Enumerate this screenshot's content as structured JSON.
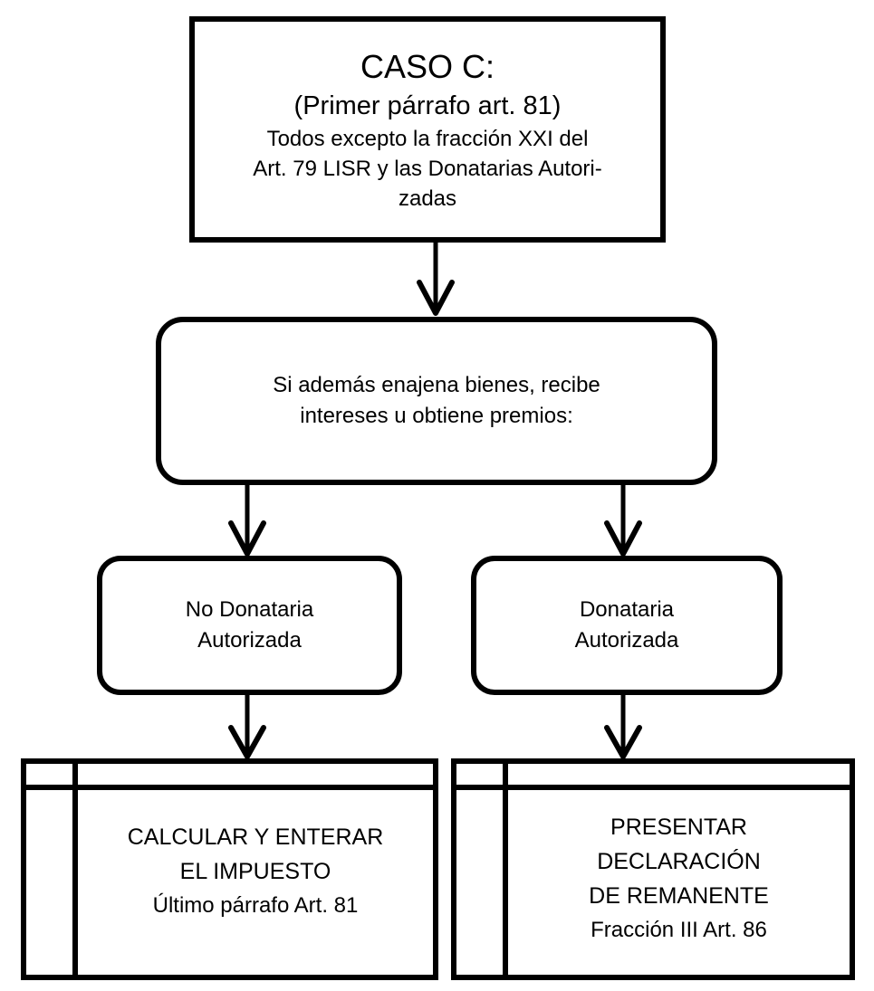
{
  "diagram": {
    "background_color": "#ffffff",
    "stroke_color": "#000000",
    "nodes": {
      "caso_c": {
        "title": "CASO C:",
        "subtitle": "(Primer párrafo art. 81)",
        "body": "Todos excepto la fracción XXI del\nArt. 79 LISR y las Donatarias Autori-\nzadas"
      },
      "condition": {
        "label": "Si además enajena bienes, recibe\nintereses u obtiene premios:"
      },
      "no_donataria": {
        "label": "No Donataria\nAutorizada"
      },
      "donataria": {
        "label": "Donataria\nAutorizada"
      },
      "calcular": {
        "title": "CALCULAR Y ENTERAR\nEL IMPUESTO",
        "ref": "Último párrafo Art. 81"
      },
      "presentar": {
        "title": "PRESENTAR\nDECLARACIÓN\nDE REMANENTE",
        "ref": "Fracción III Art. 86"
      }
    }
  }
}
